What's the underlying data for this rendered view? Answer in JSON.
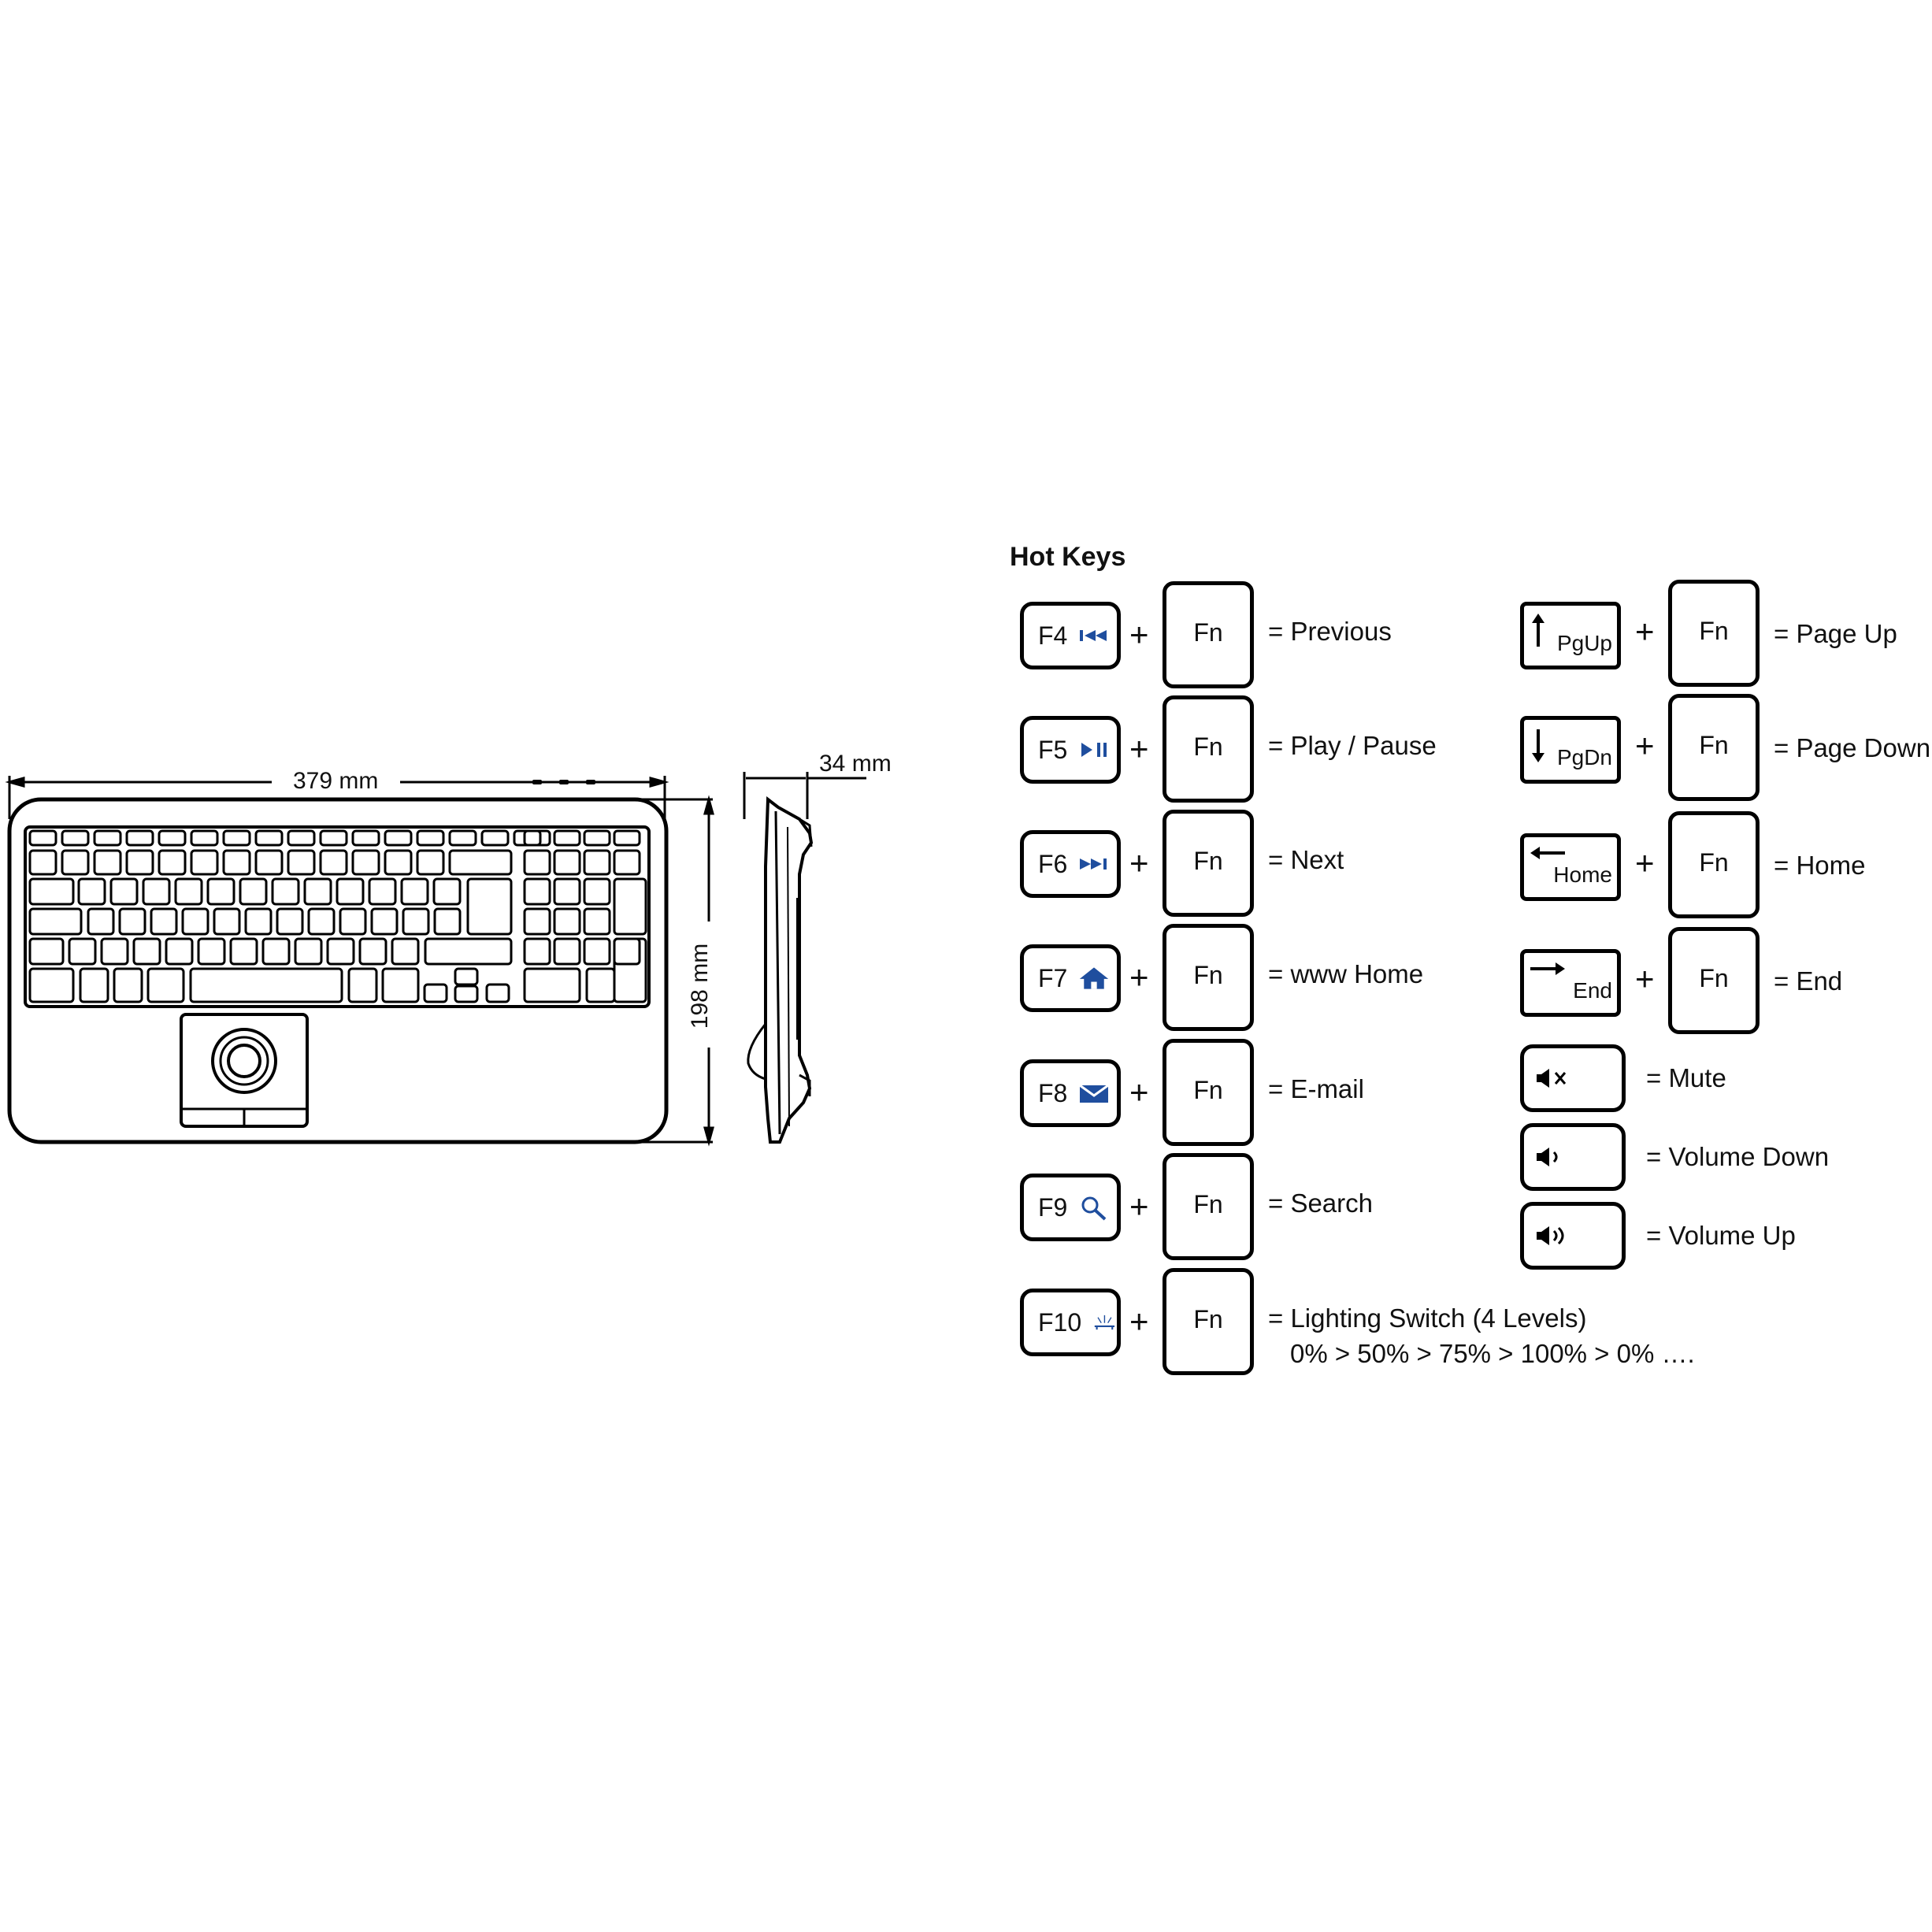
{
  "dimensions": {
    "width": "379 mm",
    "height": "198 mm",
    "depth": "34 mm"
  },
  "hotkeys": {
    "title": "Hot Keys",
    "fn_label": "Fn",
    "plus": "+",
    "left": [
      {
        "key": "F4",
        "icon": "previous-track-icon",
        "desc": "= Previous"
      },
      {
        "key": "F5",
        "icon": "play-pause-icon",
        "desc": "= Play / Pause"
      },
      {
        "key": "F6",
        "icon": "next-track-icon",
        "desc": "= Next"
      },
      {
        "key": "F7",
        "icon": "home-icon",
        "desc": "= www Home"
      },
      {
        "key": "F8",
        "icon": "mail-icon",
        "desc": "= E-mail"
      },
      {
        "key": "F9",
        "icon": "search-icon",
        "desc": "= Search"
      },
      {
        "key": "F10",
        "icon": "light-icon",
        "desc": "= Lighting Switch (4 Levels)",
        "desc2": "0% > 50% > 75% > 100% > 0% …."
      }
    ],
    "right": [
      {
        "key": "PgUp",
        "icon": "arrow-up-icon",
        "desc": "= Page Up"
      },
      {
        "key": "PgDn",
        "icon": "arrow-down-icon",
        "desc": "= Page Down"
      },
      {
        "key": "Home",
        "icon": "arrow-left-icon",
        "desc": "= Home"
      },
      {
        "key": "End",
        "icon": "arrow-right-icon",
        "desc": "= End"
      }
    ],
    "media": [
      {
        "icon": "mute-icon",
        "desc": "= Mute"
      },
      {
        "icon": "volume-down-icon",
        "desc": "= Volume Down"
      },
      {
        "icon": "volume-up-icon",
        "desc": "= Volume Up"
      }
    ]
  },
  "colors": {
    "icon_blue": "#1f4e9e",
    "line": "#000000"
  }
}
